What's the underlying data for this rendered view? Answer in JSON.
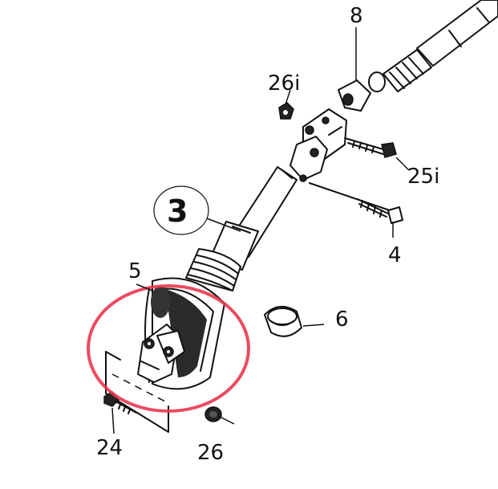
{
  "labels": {
    "p8": "8",
    "p26i": "26i",
    "p25i": "25i",
    "p3": "3",
    "p4": "4",
    "p5": "5",
    "p6": "6",
    "p24": "24",
    "p26": "26"
  },
  "colors": {
    "ink": "#111111",
    "highlight": "#e8384f"
  }
}
